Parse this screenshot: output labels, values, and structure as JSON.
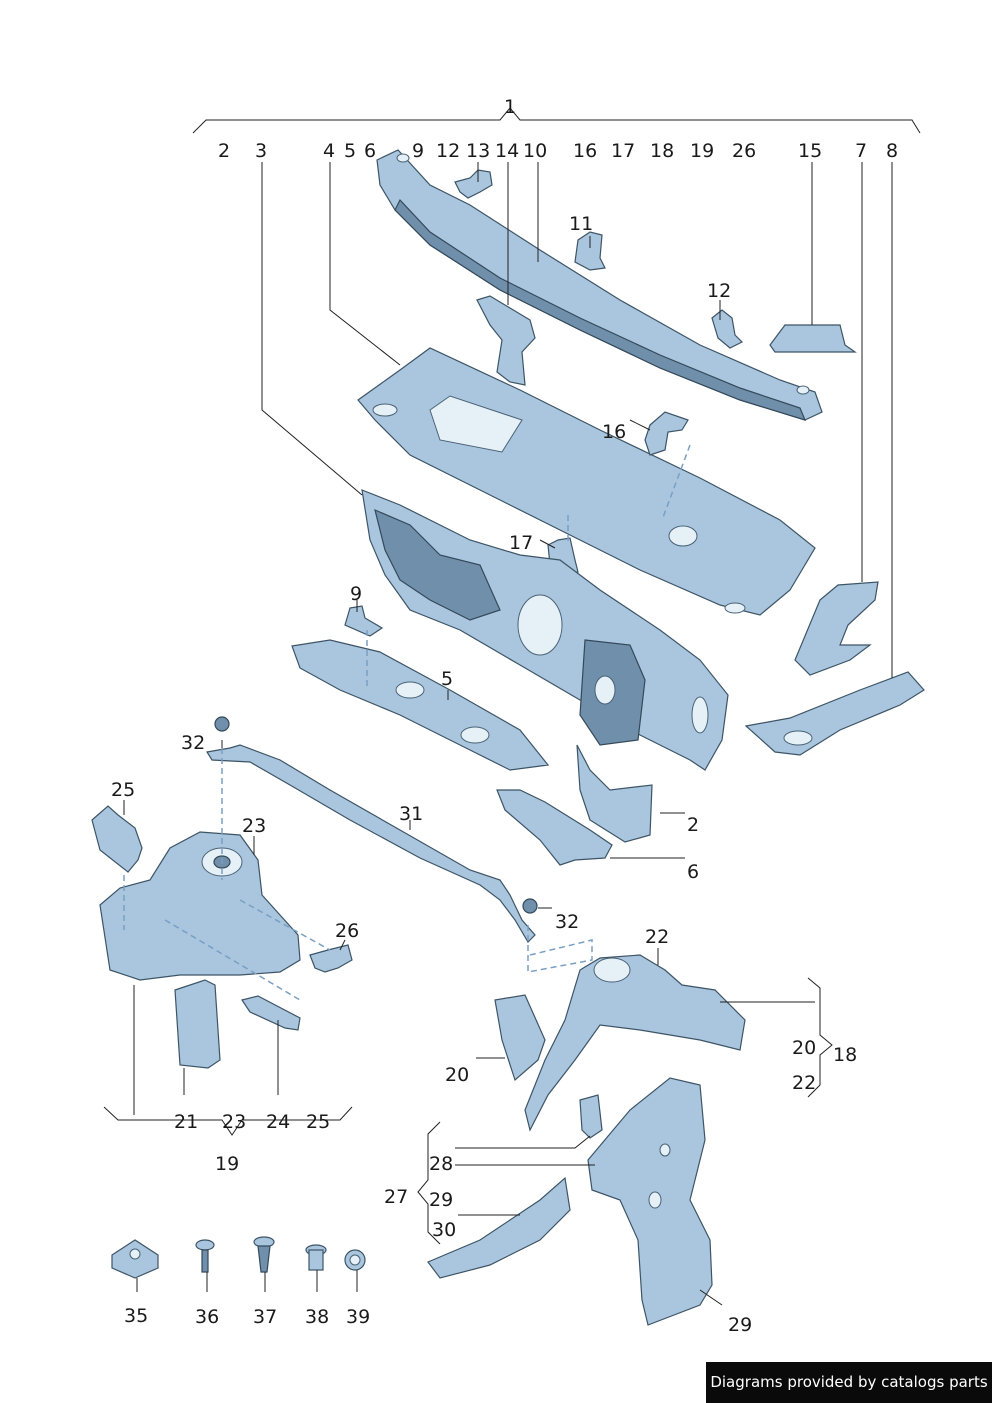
{
  "callouts": {
    "n1": "1",
    "n2": "2",
    "n3": "3",
    "n4": "4",
    "n5": "5",
    "n6": "6",
    "n7": "7",
    "n8": "8",
    "n9": "9",
    "n10": "10",
    "n11": "11",
    "n12": "12",
    "n13": "13",
    "n14": "14",
    "n15": "15",
    "n16": "16",
    "n17": "17",
    "n18": "18",
    "n19": "19",
    "n20": "20",
    "n21": "21",
    "n22": "22",
    "n23": "23",
    "n24": "24",
    "n25": "25",
    "n26": "26",
    "n27": "27",
    "n28": "28",
    "n29": "29",
    "n30": "30",
    "n31": "31",
    "n32": "32",
    "n35": "35",
    "n36": "36",
    "n37": "37",
    "n38": "38",
    "n39": "39"
  },
  "credit": "Diagrams provided by catalogs parts",
  "colors": {
    "part_fill": "#a9c6de",
    "part_shadow": "#6f8fab",
    "leader": "#222222",
    "dashed_guide": "#7a9fc4"
  }
}
